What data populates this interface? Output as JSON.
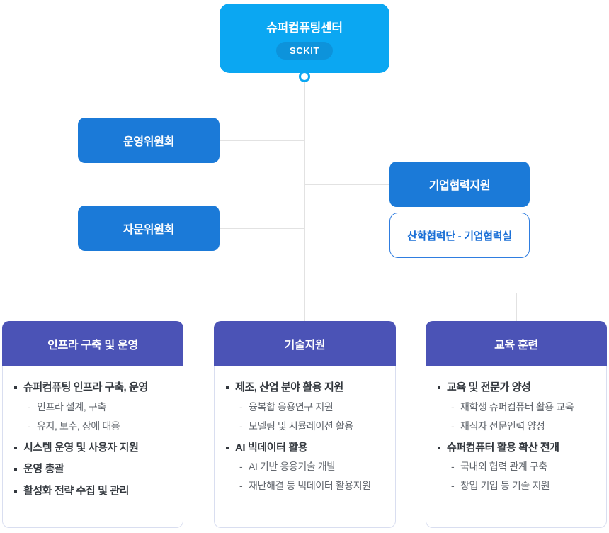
{
  "root": {
    "title": "슈퍼컴퓨팅센터",
    "badge": "SCKIT"
  },
  "committees": [
    {
      "label": "운영위원회"
    },
    {
      "label": "자문위원회"
    }
  ],
  "partner": {
    "label": "기업협력지원",
    "sub_label": "산학협력단 - 기업협력실"
  },
  "departments": [
    {
      "title": "인프라 구축 및 운영",
      "items": [
        {
          "text": "슈퍼컴퓨팅 인프라 구축, 운영",
          "subs": [
            "인프라 설계, 구축",
            "유지, 보수, 장애 대응"
          ]
        },
        {
          "text": "시스템 운영 및 사용자 지원",
          "subs": []
        },
        {
          "text": "운영 총괄",
          "subs": []
        },
        {
          "text": "활성화 전략 수집 및 관리",
          "subs": []
        }
      ]
    },
    {
      "title": "기술지원",
      "items": [
        {
          "text": "제조, 산업 분야 활용 지원",
          "subs": [
            "융복합 응용연구 지원",
            "모델링 및 시뮬레이션 활용"
          ]
        },
        {
          "text": "AI 빅데이터 활용",
          "subs": [
            "AI 기반 응용기술 개발",
            "재난해결 등 빅데이터 활용지원"
          ]
        }
      ]
    },
    {
      "title": "교육 훈련",
      "items": [
        {
          "text": "교육 및 전문가 양성",
          "subs": [
            "재학생 슈퍼컴퓨터 활용 교육",
            "재직자 전문인력 양성"
          ]
        },
        {
          "text": "슈퍼컴퓨터 활용 확산 전개",
          "subs": [
            "국내외 협력 관계 구축",
            "창업 기업 등 기술 지원"
          ]
        }
      ]
    }
  ],
  "colors": {
    "root-blue": "#0BA7F2",
    "pill-blue": "#0D93DB",
    "committee-blue": "#1B7AD8",
    "header-indigo": "#4B53B6",
    "partner-blue": "#1A6FD6",
    "partner-border": "#2F7DE0",
    "line-gray": "#E2E2E2",
    "body-border": "#D9DEF0",
    "text-main": "#33383E",
    "text-sub": "#62676E"
  }
}
